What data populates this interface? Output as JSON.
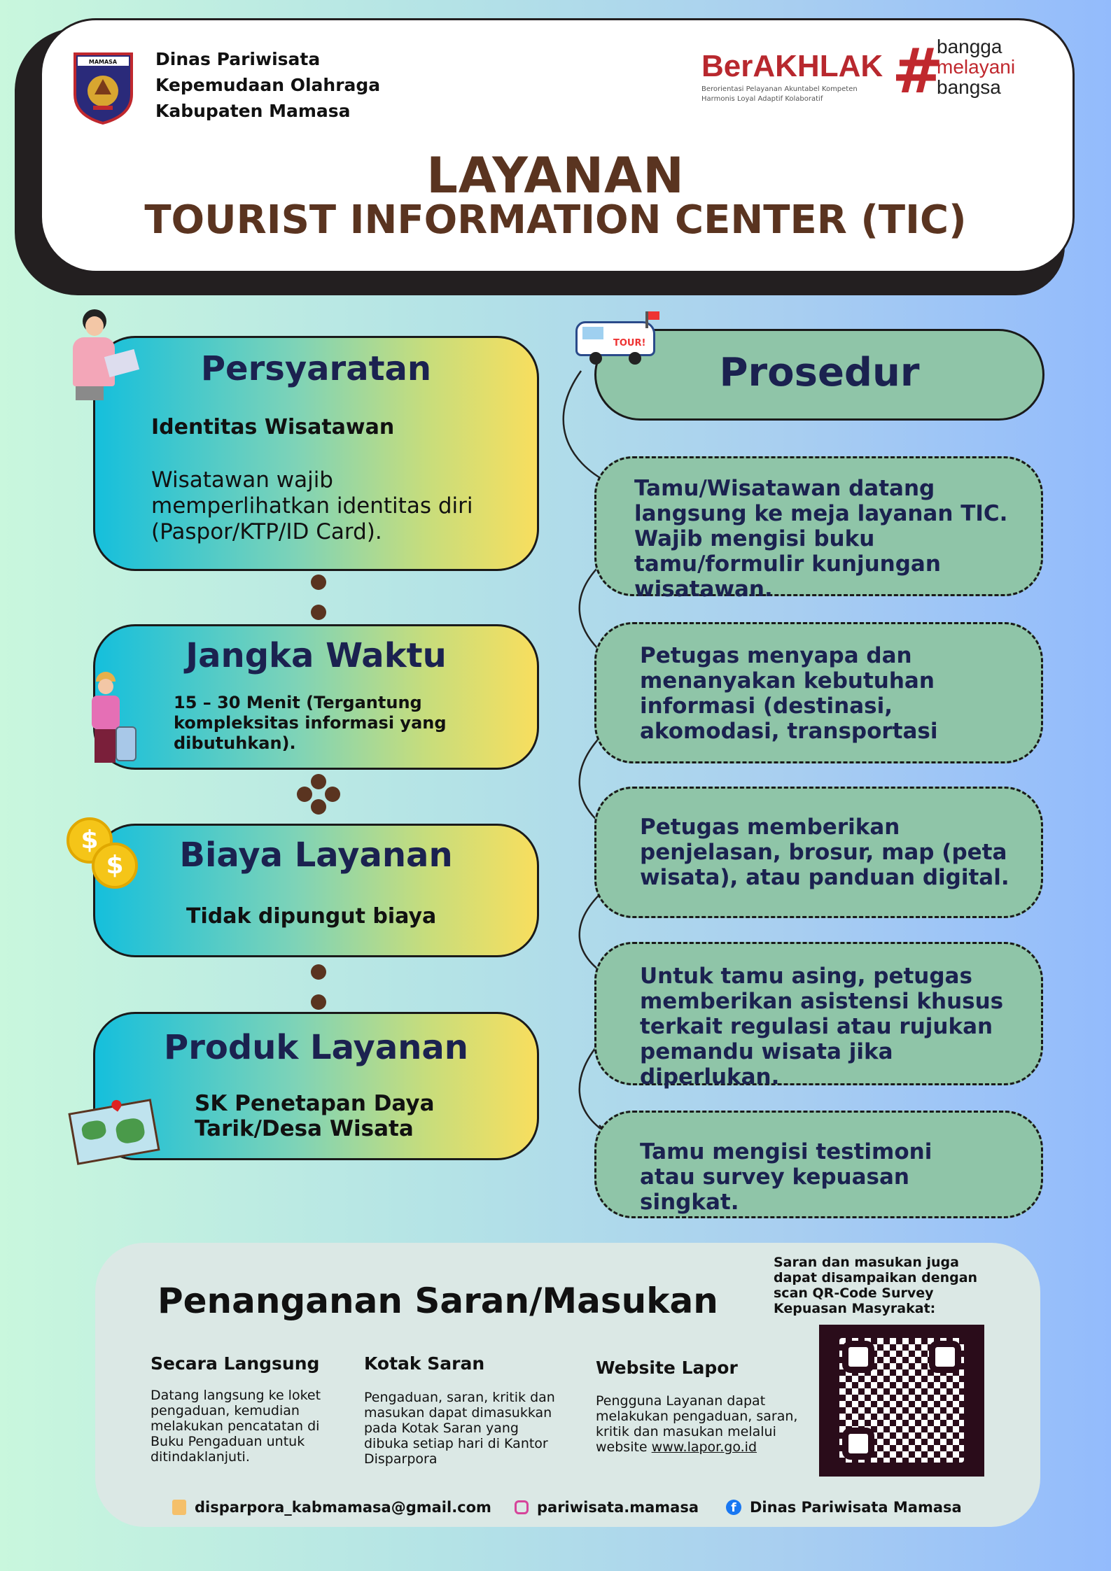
{
  "header": {
    "org_lines": [
      "Dinas Pariwisata",
      "Kepemudaan Olahraga",
      "Kabupaten Mamasa"
    ],
    "logo_text": "MAMASA",
    "berakhlak": {
      "brand": "BerAKHLAK",
      "tagline1": "Berorientasi Pelayanan Akuntabel Kompeten",
      "tagline2": "Harmonis Loyal Adaptif Kolaboratif",
      "hashtag": [
        "bangga",
        "melayani",
        "bangsa"
      ]
    },
    "title": "LAYANAN",
    "subtitle": "TOURIST INFORMATION CENTER (TIC)"
  },
  "left": {
    "persyaratan": {
      "title": "Persyaratan",
      "sub": "Identitas Wisatawan",
      "body": "Wisatawan wajib memperlihatkan identitas diri (Paspor/KTP/ID Card)."
    },
    "jangka": {
      "title": "Jangka Waktu",
      "body": "15 – 30 Menit (Tergantung kompleksitas informasi yang dibutuhkan)."
    },
    "biaya": {
      "title": "Biaya Layanan",
      "body": "Tidak dipungut biaya"
    },
    "produk": {
      "title": "Produk Layanan",
      "body": "SK Penetapan Daya Tarik/Desa Wisata"
    }
  },
  "prosedur": {
    "title": "Prosedur",
    "bus_label": "TOUR!",
    "steps": [
      "Tamu/Wisatawan datang langsung ke meja layanan TIC. Wajib mengisi buku tamu/formulir kunjungan wisatawan.",
      "Petugas menyapa dan menanyakan kebutuhan informasi (destinasi, akomodasi, transportasi",
      "Petugas memberikan penjelasan, brosur, map (peta wisata), atau panduan digital.",
      "Untuk tamu asing, petugas memberikan asistensi khusus terkait regulasi atau rujukan pemandu wisata jika diperlukan.",
      "Tamu mengisi testimoni atau survey kepuasan singkat."
    ]
  },
  "saran": {
    "title": "Penanganan Saran/Masukan",
    "qr_text": "Saran dan masukan juga dapat disampaikan dengan scan QR-Code Survey Kepuasan Masyrakat:",
    "columns": [
      {
        "title": "Secara Langsung",
        "body": "Datang langsung ke loket pengaduan, kemudian melakukan pencatatan di Buku Pengaduan untuk ditindaklanjuti."
      },
      {
        "title": "Kotak Saran",
        "body": "Pengaduan, saran, kritik dan masukan dapat dimasukkan pada Kotak Saran yang dibuka setiap hari di Kantor Disparpora"
      },
      {
        "title": "Website Lapor",
        "body_prefix": "Pengguna Layanan dapat melakukan pengaduan, saran, kritik dan masukan melalui website ",
        "link": "www.lapor.go.id"
      }
    ],
    "contacts": {
      "email": "disparpora_kabmamasa@gmail.com",
      "instagram": "pariwisata.mamasa",
      "facebook": "Dinas Pariwisata Mamasa"
    }
  },
  "colors": {
    "brown": "#5a3420",
    "green": "#8fc5a8",
    "navy": "#1b2250",
    "akhlak_red": "#b8282e"
  }
}
